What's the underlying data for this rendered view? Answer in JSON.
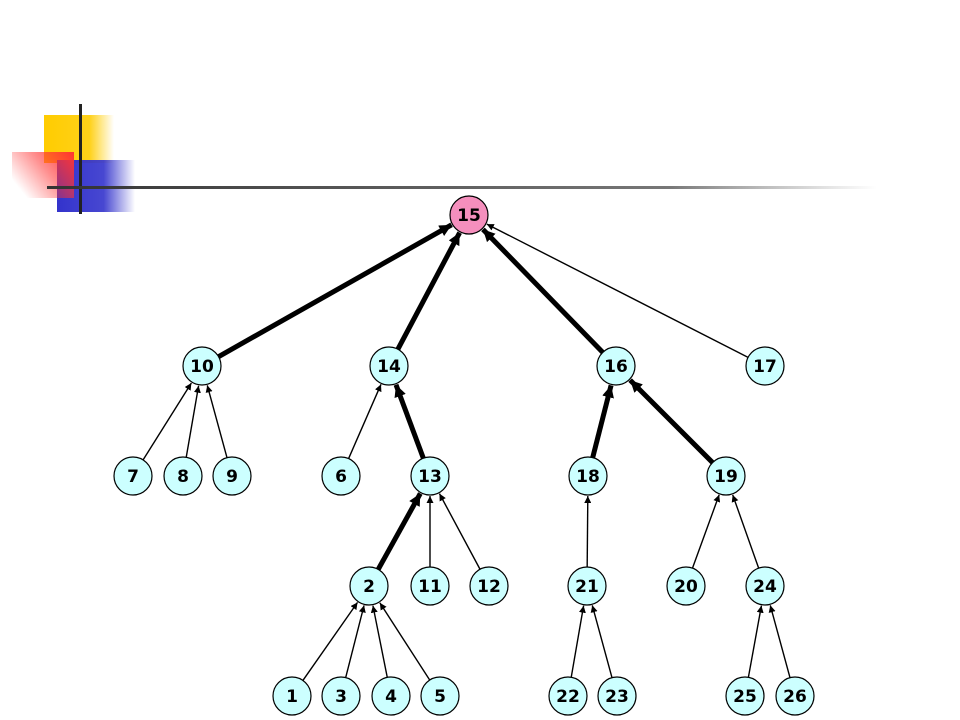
{
  "colors": {
    "root_fill": "#f58fbd",
    "node_fill": "#ccffff",
    "stroke": "#000000",
    "decor_yellow": "#ffcc00",
    "decor_red": "#ff3333",
    "decor_blue": "#3333cc"
  },
  "tree": {
    "root": "15",
    "nodes": [
      "15",
      "10",
      "14",
      "16",
      "17",
      "7",
      "8",
      "9",
      "6",
      "13",
      "18",
      "19",
      "2",
      "11",
      "12",
      "21",
      "20",
      "24",
      "1",
      "3",
      "4",
      "5",
      "22",
      "23",
      "25",
      "26"
    ],
    "edges": [
      {
        "child": "10",
        "parent": "15",
        "bold": true
      },
      {
        "child": "14",
        "parent": "15",
        "bold": true
      },
      {
        "child": "16",
        "parent": "15",
        "bold": true
      },
      {
        "child": "17",
        "parent": "15",
        "bold": false
      },
      {
        "child": "7",
        "parent": "10",
        "bold": false
      },
      {
        "child": "8",
        "parent": "10",
        "bold": false
      },
      {
        "child": "9",
        "parent": "10",
        "bold": false
      },
      {
        "child": "6",
        "parent": "14",
        "bold": false
      },
      {
        "child": "13",
        "parent": "14",
        "bold": true
      },
      {
        "child": "18",
        "parent": "16",
        "bold": true
      },
      {
        "child": "19",
        "parent": "16",
        "bold": true
      },
      {
        "child": "2",
        "parent": "13",
        "bold": true
      },
      {
        "child": "11",
        "parent": "13",
        "bold": false
      },
      {
        "child": "12",
        "parent": "13",
        "bold": false
      },
      {
        "child": "21",
        "parent": "18",
        "bold": false
      },
      {
        "child": "20",
        "parent": "19",
        "bold": false
      },
      {
        "child": "24",
        "parent": "19",
        "bold": false
      },
      {
        "child": "1",
        "parent": "2",
        "bold": false
      },
      {
        "child": "3",
        "parent": "2",
        "bold": false
      },
      {
        "child": "4",
        "parent": "2",
        "bold": false
      },
      {
        "child": "5",
        "parent": "2",
        "bold": false
      },
      {
        "child": "22",
        "parent": "21",
        "bold": false
      },
      {
        "child": "23",
        "parent": "21",
        "bold": false
      },
      {
        "child": "25",
        "parent": "24",
        "bold": false
      },
      {
        "child": "26",
        "parent": "24",
        "bold": false
      }
    ]
  }
}
